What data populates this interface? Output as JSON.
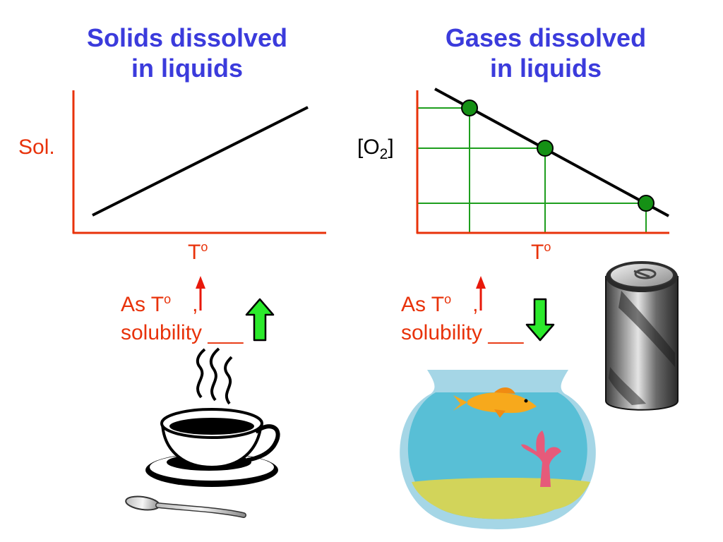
{
  "left_panel": {
    "title_line1": "Solids dissolved",
    "title_line2": "in liquids",
    "y_label": "Sol.",
    "x_label": "T",
    "x_label_sup": "o",
    "statement_line1_prefix": "As T",
    "statement_sup": "o",
    "statement_line1_suffix": ",",
    "statement_line2": "solubility ___",
    "trend": "up"
  },
  "right_panel": {
    "title_line1": "Gases dissolved",
    "title_line2": "in liquids",
    "y_label_prefix": "[O",
    "y_label_sub": "2",
    "y_label_suffix": "]",
    "x_label": "T",
    "x_label_sup": "o",
    "statement_line1_prefix": "As T",
    "statement_sup": "o",
    "statement_line1_suffix": ",",
    "statement_line2": "solubility ___",
    "trend": "down"
  },
  "colors": {
    "title": "#3b3bdc",
    "label": "#e8320a",
    "axis": "#e8320a",
    "gridline": "#1e9e1e",
    "point": "#159015",
    "arrow_fill": "#2bea2b"
  },
  "icons": [
    "coffee-cup-icon",
    "spoon-icon",
    "fishbowl-icon",
    "soda-can-icon",
    "up-arrow-icon",
    "down-arrow-icon"
  ]
}
